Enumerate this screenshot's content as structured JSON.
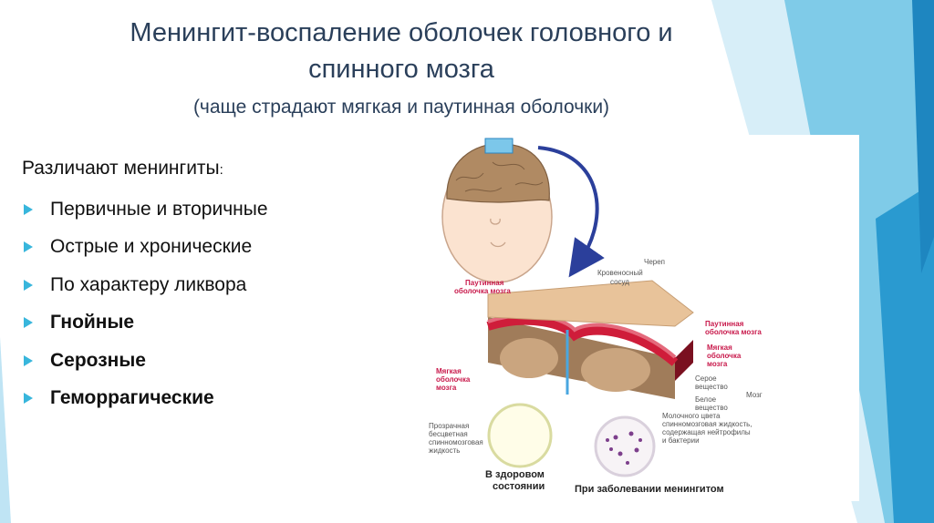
{
  "slide": {
    "title_line1": "Менингит-воспаление оболочек головного и",
    "title_line2": "спинного мозга",
    "subtitle": "(чаще страдают мягкая и паутинная оболочки)",
    "intro": "Различают менингиты",
    "intro_colon": ":",
    "items": [
      {
        "label": "Первичные и вторичные",
        "bold": false
      },
      {
        "label": "Острые и хронические",
        "bold": false
      },
      {
        "label": "По характеру ликвора",
        "bold": false
      },
      {
        "label": "Гнойные",
        "bold": true
      },
      {
        "label": "Серозные",
        "bold": true
      },
      {
        "label": "Геморрагические",
        "bold": true
      }
    ]
  },
  "figure": {
    "labels": {
      "skull": "Череп",
      "vessel_1": "Кровеносный",
      "vessel_2": "сосуд",
      "arachnoid_left_1": "Паутинная",
      "arachnoid_left_2": "оболочка мозга",
      "arachnoid_right_1": "Паутинная",
      "arachnoid_right_2": "оболочка мозга",
      "pia_right_1": "Мягкая",
      "pia_right_2": "оболочка",
      "pia_right_3": "мозга",
      "pia_left_1": "Мягкая",
      "pia_left_2": "оболочка",
      "pia_left_3": "мозга",
      "gray_1": "Серое",
      "gray_2": "вещество",
      "white_1": "Белое",
      "white_2": "вещество",
      "brain": "Мозг",
      "clear_csf_1": "Прозрачная",
      "clear_csf_2": "бесцветная",
      "clear_csf_3": "спинномозговая",
      "clear_csf_4": "жидкость",
      "milky_csf_1": "Молочного цвета",
      "milky_csf_2": "спинномозговая жидкость,",
      "milky_csf_3": "содержащая нейтрофилы",
      "milky_csf_4": "и бактерии",
      "healthy_1": "В здоровом",
      "healthy_2": "состоянии",
      "disease": "При заболевании менингитом"
    },
    "colors": {
      "accent": "#38b6dc",
      "title_text": "#2a3f5a",
      "membrane_label": "#c8194b",
      "brain": "#a07c5a",
      "bone": "#e8c39a",
      "blood": "#cf1d3a"
    }
  }
}
